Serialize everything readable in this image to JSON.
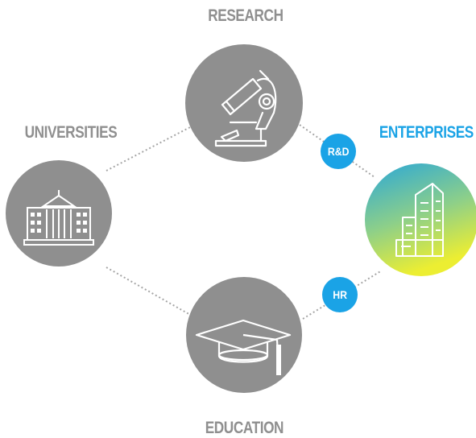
{
  "nodes": {
    "research": {
      "label": "RESEARCH",
      "icon": "microscope-icon"
    },
    "universities": {
      "label": "UNIVERSITIES",
      "icon": "university-building-icon"
    },
    "education": {
      "label": "EDUCATION",
      "icon": "graduation-cap-icon"
    },
    "enterprises": {
      "label": "ENTERPRISES",
      "icon": "office-building-icon"
    }
  },
  "badges": {
    "rd": "R&D",
    "hr": "HR"
  },
  "colors": {
    "node_gray": "#8f8f8f",
    "accent_blue": "#1aa3e6",
    "gradient_top": "#2aa7d8",
    "gradient_bottom": "#e8ec3a",
    "connector": "#a6a6a6"
  }
}
